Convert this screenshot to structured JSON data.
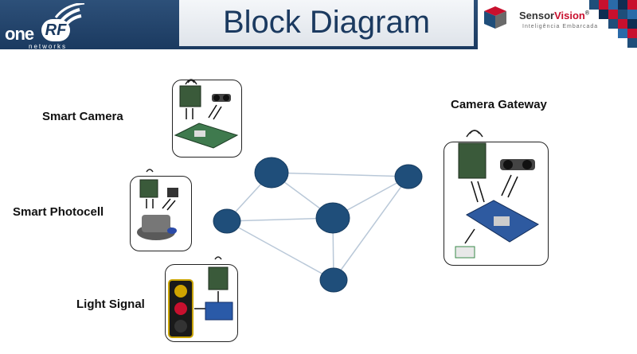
{
  "header": {
    "title": "Block Diagram",
    "logo_left": {
      "word": "one",
      "badge": "RF",
      "sub": "networks"
    },
    "logo_right": {
      "name_main": "Sensor",
      "name_accent": "Vision",
      "mark": "®",
      "tagline": "Inteligência Embarcada"
    }
  },
  "blocks": {
    "smart_camera": "Smart Camera",
    "smart_photocell": "Smart Photocell",
    "light_signal": "Light Signal",
    "camera_gateway": "Camera Gateway"
  },
  "colors": {
    "header": "#1b3a60",
    "node": "#1f4e7a",
    "link": "#b9c8d8"
  }
}
